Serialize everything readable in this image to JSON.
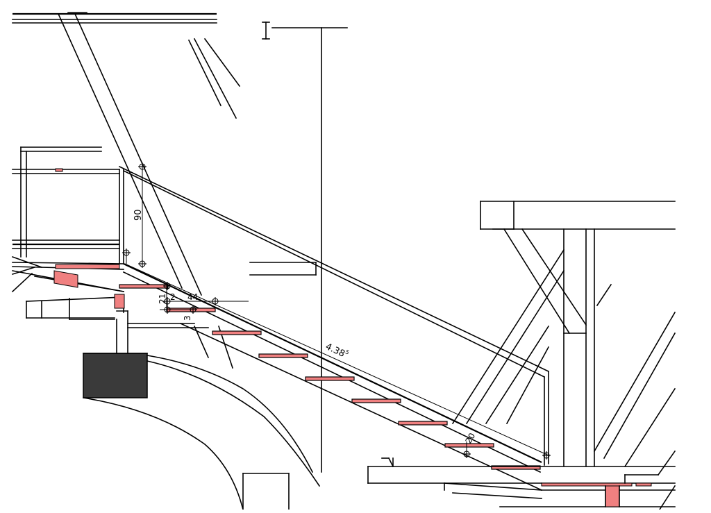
{
  "drawing": {
    "colors": {
      "line": "#000000",
      "cut_fill": "#f08080",
      "solid_fill": "#3a3a3a",
      "background": "#ffffff"
    },
    "dimensions": {
      "height_label": "90",
      "step_height_label": "21",
      "small_label": "2",
      "width_label": "44",
      "nosing_label": "3",
      "length_label": "4.38",
      "length_superscript": "5",
      "bottom_label": "20"
    }
  }
}
